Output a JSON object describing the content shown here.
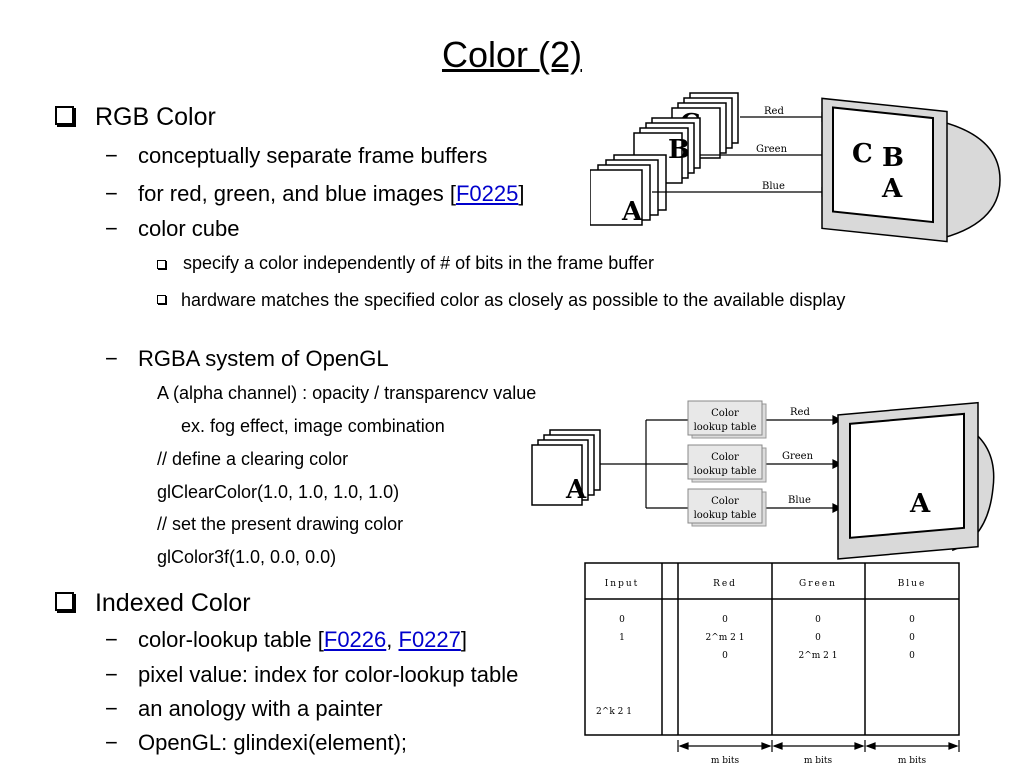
{
  "title": "Color (2)",
  "rgb": {
    "heading": "RGB Color",
    "items": {
      "a": "conceptually separate frame buffers",
      "b_pre": "for red, green, and blue images [",
      "b_link": "F0225",
      "b_post": "]",
      "c": "color cube"
    },
    "cube_items": [
      "specify a color independently of # of bits in the frame buffer",
      "hardware matches the specified color as closely as possible to the available display"
    ],
    "rgba_heading": "RGBA system of OpenGL",
    "rgba_lines": [
      "A (alpha channel) : opacity / transparencv value",
      "ex. fog effect, image combination",
      "// define a clearing color",
      "glClearColor(1.0, 1.0, 1.0, 1.0)",
      "// set the present drawing color",
      "glColor3f(1.0, 0.0, 0.0)"
    ]
  },
  "indexed": {
    "heading": "Indexed Color",
    "a_pre": "color-lookup table [",
    "a_link1": "F0226",
    "a_sep": ", ",
    "a_link2": "F0227",
    "a_post": "]",
    "b": "pixel value: index for color-lookup table",
    "c": "an anology with a painter",
    "d": "OpenGL: glindexi(element);"
  },
  "dash_glyph": "−",
  "figure1": {
    "letters": [
      "C",
      "B",
      "A"
    ],
    "channels": [
      "Red",
      "Green",
      "Blue"
    ],
    "monitor_letters": [
      "C",
      "B",
      "A"
    ]
  },
  "figure2": {
    "letter": "A",
    "lut_line1": "Color",
    "lut_line2": "lookup table",
    "channels": [
      "Red",
      "Green",
      "Blue"
    ],
    "monitor_letter": "A"
  },
  "table": {
    "headers": [
      "Input",
      "Red",
      "Green",
      "Blue"
    ],
    "input": [
      "0",
      "1",
      "2^k 2 1"
    ],
    "red": [
      "0",
      "2^m 2 1",
      "0"
    ],
    "green": [
      "0",
      "0",
      "2^m 2 1"
    ],
    "blue": [
      "0",
      "0",
      "0"
    ],
    "bits": [
      "m bits",
      "m bits",
      "m bits"
    ]
  }
}
